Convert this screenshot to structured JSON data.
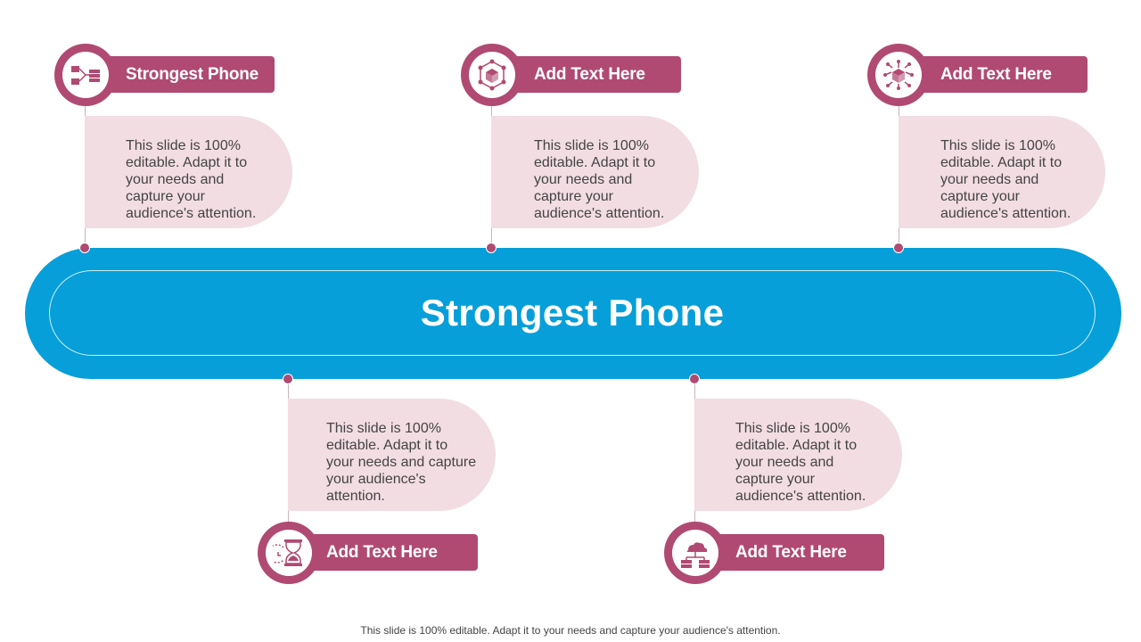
{
  "central": {
    "title": "Strongest Phone"
  },
  "items": [
    {
      "label": "Strongest Phone",
      "description": "This slide is 100% editable. Adapt it to your needs and capture your audience's attention.",
      "icon": "server-hierarchy-icon"
    },
    {
      "label": "Add Text Here",
      "description": "This slide is 100% editable. Adapt it to your needs and capture your audience's attention.",
      "icon": "network-cube-icon"
    },
    {
      "label": "Add Text Here",
      "description": "This slide is 100% editable. Adapt it to your needs and capture your audience's attention.",
      "icon": "hub-cube-icon"
    },
    {
      "label": "Add Text Here",
      "description": "This slide is 100% editable. Adapt it to your needs and capture your audience's attention.",
      "icon": "hourglass-icon"
    },
    {
      "label": "Add Text Here",
      "description": "This slide is 100% editable. Adapt it to your needs and capture your audience's attention.",
      "icon": "cloud-server-icon"
    }
  ],
  "footer": {
    "text": "This slide is 100% editable. Adapt it to your needs and capture your audience's attention."
  },
  "colors": {
    "accent": "#b04a72",
    "band": "#069fd9",
    "card": "#f2dde3"
  }
}
